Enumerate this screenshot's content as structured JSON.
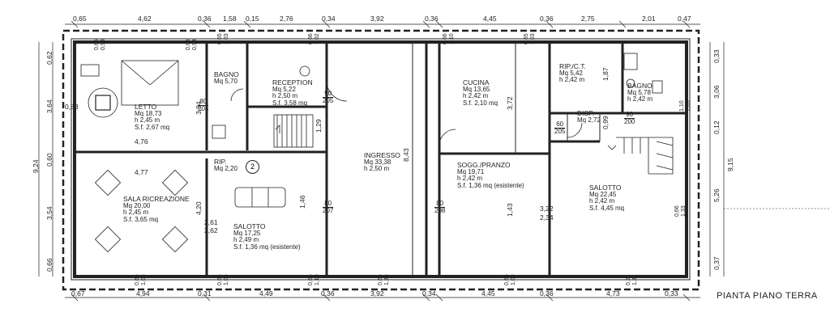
{
  "title": "PIANTA PIANO TERRA",
  "rooms": [
    {
      "name": "LETTO",
      "area": "Mq 18,73",
      "height": "h 2,45 m",
      "sf": "S.f. 2,67 mq"
    },
    {
      "name": "BAGNO",
      "area": "Mq 5,70"
    },
    {
      "name": "RECEPTION",
      "area": "Mq 5,22",
      "height": "h 2,50 m",
      "sf": "S.f. 3,58 mq"
    },
    {
      "name": "INGRESSO",
      "area": "Mq 33,38",
      "height": "h 2,50 m"
    },
    {
      "name": "CUCINA",
      "area": "Mq 13,65",
      "height": "h 2,42 m",
      "sf": "S.f. 2,10 mq"
    },
    {
      "name": "RIP./C.T.",
      "area": "Mq 5,42",
      "height": "h 2,42 m"
    },
    {
      "name": "BAGNO",
      "area": "Mq 5,78",
      "height": "h 2,42 m"
    },
    {
      "name": "DISP.",
      "area": "Mq 2,72"
    },
    {
      "name": "SALA RICREAZIONE",
      "area": "Mq 20,00",
      "height": "h 2,45 m",
      "sf": "S.f. 3,65 mq"
    },
    {
      "name": "RIP.",
      "area": "Mq 2,20"
    },
    {
      "name": "SALOTTO",
      "area": "Mq 17,25",
      "height": "h 2,49 m",
      "sf": "S.f. 1,36 mq (esistente)"
    },
    {
      "name": "SOGG./PRANZO",
      "area": "Mq 19,71",
      "height": "h 2,42 m",
      "sf": "S.f. 1,36 mq (esistente)"
    },
    {
      "name": "SALOTTO",
      "area": "Mq 22,45",
      "height": "h 2,42 m",
      "sf": "S.f. 4,45 mq"
    }
  ],
  "badge": "2",
  "dims_top": [
    "0,65",
    "4,62",
    "0,36",
    "1,58",
    "0,15",
    "2,76",
    "0,34",
    "3,92",
    "0,36",
    "4,45",
    "0,36",
    "2,75",
    "2,01",
    "0,47"
  ],
  "dims_bottom": [
    "0,67",
    "4,94",
    "0,31",
    "4,49",
    "0,36",
    "3,92",
    "0,34",
    "4,45",
    "0,36",
    "4,73",
    "0,33"
  ],
  "dims_left": [
    "0,62",
    "3,64",
    "0,60",
    "3,54",
    "0,66"
  ],
  "dims_left_total": "9,24",
  "dims_right": [
    "0,33",
    "3,06",
    "0,12",
    "5,26",
    "0,37"
  ],
  "dims_right_total": "9,15",
  "inner": [
    "4,76",
    "4,77",
    "3,94",
    "4,20",
    "2,61",
    "2,62",
    "1,46",
    "8,43",
    "3,72",
    "1,43",
    "3,22",
    "2,34",
    "1,87",
    "0,99",
    "1,29",
    "0,83"
  ],
  "doors": [
    {
      "w": "80",
      "h": "205"
    },
    {
      "w": "90",
      "h": "205"
    },
    {
      "w": "80",
      "h": "207"
    },
    {
      "w": "90",
      "h": "200"
    },
    {
      "w": "80",
      "h": "208"
    },
    {
      "w": "60",
      "h": "205"
    }
  ],
  "windows": [
    "0,66",
    "0,98",
    "0,66",
    "0,98",
    "0,65",
    "1,03",
    "0,66",
    "1,02",
    "0,66",
    "1,10",
    "0,65",
    "1,03",
    "0,66",
    "1,05",
    "0,66",
    "1,10",
    "0,66",
    "1,03",
    "0,66",
    "1,33",
    "0,66",
    "1,03",
    "0,66",
    "1,33",
    "0,21",
    "1,31",
    "1,10",
    "1,03"
  ]
}
